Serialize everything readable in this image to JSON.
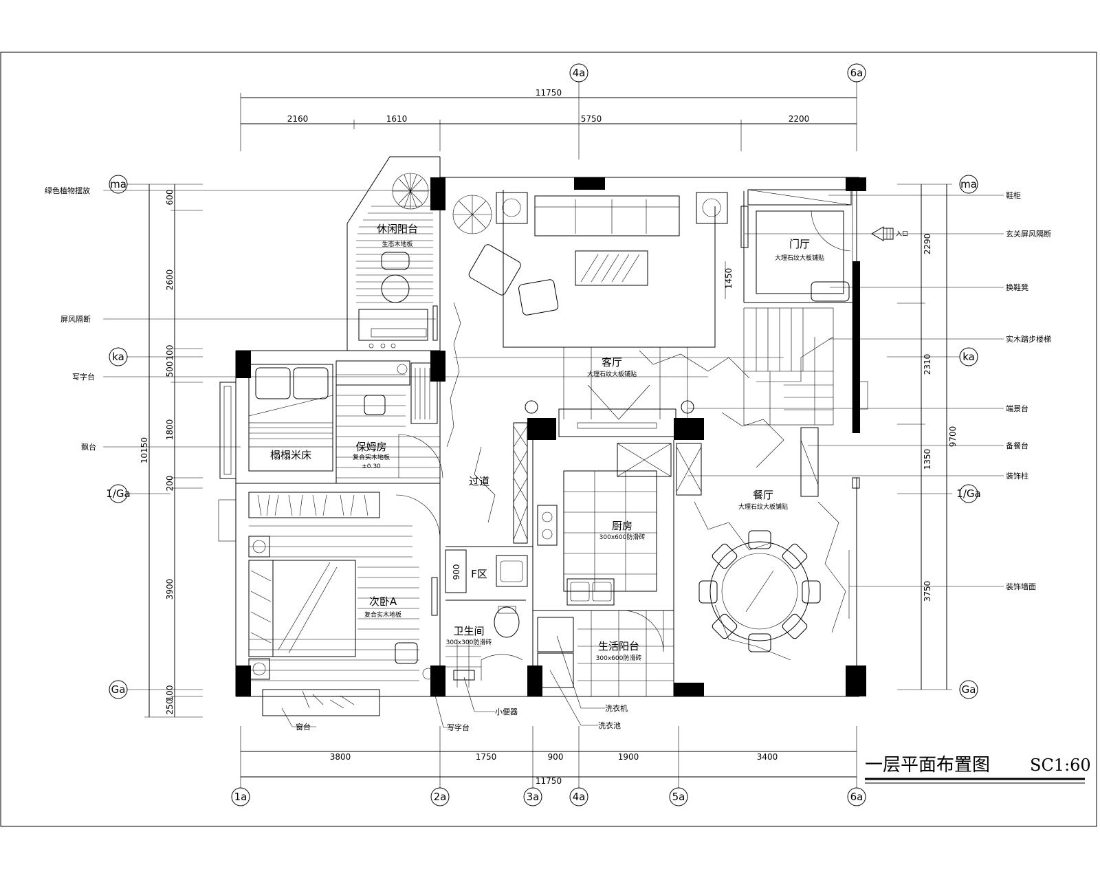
{
  "title": {
    "text": "一层平面布置图",
    "scale": "SC1:60"
  },
  "axes": {
    "top": [
      "4a",
      "6a"
    ],
    "bottom": [
      "1a",
      "2a",
      "3a",
      "4a",
      "5a",
      "6a"
    ],
    "left": [
      "ma",
      "ka",
      "1/Ga",
      "Ga"
    ],
    "right": [
      "ma",
      "ka",
      "1/Ga",
      "Ga"
    ]
  },
  "dims": {
    "top_total": "11750",
    "top": [
      "2160",
      "1610",
      "5750",
      "2200"
    ],
    "bottom": [
      "3800",
      "1750",
      "900",
      "1900",
      "3400"
    ],
    "bottom_total": "11750",
    "left_total": "10150",
    "left": [
      "600",
      "2600",
      "100",
      "500",
      "1800",
      "200",
      "3900",
      "100",
      "250"
    ],
    "right_total": "9700",
    "right": [
      "2290",
      "2310",
      "1350",
      "3750"
    ],
    "inner_900": "900",
    "inner_1450": "1450"
  },
  "rooms": [
    {
      "name": "休闲阳台",
      "sub": "生态木地板"
    },
    {
      "name": "客厅",
      "sub": "大理石纹大板铺贴"
    },
    {
      "name": "门厅",
      "sub": "大理石纹大板铺贴"
    },
    {
      "name": "保姆房",
      "sub": "复合实木地板"
    },
    {
      "name": "过道",
      "sub": ""
    },
    {
      "name": "厨房",
      "sub": "300x600防滑砖"
    },
    {
      "name": "餐厅",
      "sub": "大理石纹大板铺贴"
    },
    {
      "name": "次卧A",
      "sub": "复合实木地板"
    },
    {
      "name": "卫生间",
      "sub": "300x300防滑砖"
    },
    {
      "name": "生活阳台",
      "sub": "300x600防滑砖"
    },
    {
      "name": "榻榻米床",
      "sub": ""
    },
    {
      "name": "F区",
      "sub": ""
    }
  ],
  "level_mark": "±0.30",
  "callouts_left": [
    "绿色植物摆放",
    "屏风隔断",
    "写字台",
    "飘台"
  ],
  "callouts_right": [
    "鞋柜",
    "玄关屏风隔断",
    "换鞋凳",
    "实木踏步楼梯",
    "端景台",
    "备餐台",
    "装饰柱",
    "装饰墙面"
  ],
  "callouts_bottom": [
    "窗台",
    "写字台",
    "小便器",
    "洗衣机",
    "洗衣池"
  ],
  "entry_label": "入口"
}
